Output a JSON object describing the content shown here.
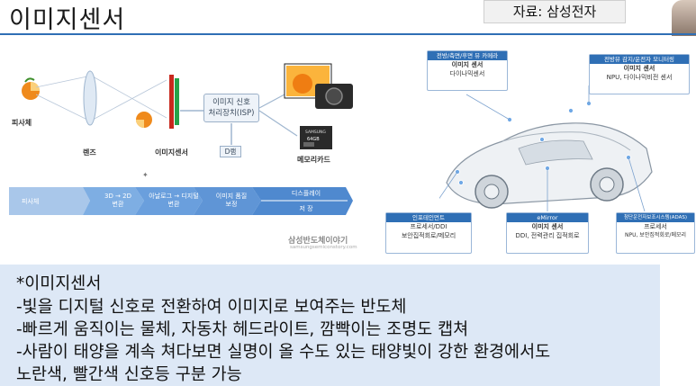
{
  "header": {
    "title": "이미지센서",
    "source": "자료: 삼성전자"
  },
  "diagram": {
    "subject_label": "피사체",
    "lens_label": "렌즈",
    "sensor_label": "이미지센서",
    "isp_label_line1": "이미지 신호",
    "isp_label_line2": "처리장치(ISP)",
    "dram_label": "D램",
    "memory_card_label": "메모리카드",
    "memory_card_brand": "SAMSUNG",
    "memory_card_capacity": "64GB",
    "flow": {
      "step1": "피사체",
      "step2_line1": "3D → 2D",
      "step2_line2": "변환",
      "step3_line1": "아날로그 → 디지털",
      "step3_line2": "변환",
      "step4_line1": "이미지 품질",
      "step4_line2": "보정",
      "step5_top": "디스플레이",
      "step5_bottom": "저 장"
    },
    "watermark": "삼성반도체이야기",
    "watermark_url": "samsungsemiconstory.com"
  },
  "car": {
    "front_camera": {
      "header": "전방/측면/후면 뷰 카메라",
      "title": "이미지 센서",
      "line": "다이나믹센서"
    },
    "driver_monitor": {
      "header": "전방뷰 감지/운전자 모니터링",
      "title": "이미지 센서",
      "line": "NPU, 다이나믹비전 센서"
    },
    "infotainment": {
      "header": "인포테인먼트",
      "line1": "프로세서/DDI",
      "line2": "보안집적회로/메모리"
    },
    "emirror": {
      "header": "eMirror",
      "title": "이미지 센서",
      "line": "DDI, 전력관리 집적회로"
    },
    "adas": {
      "header": "첨단운전자보조시스템(ADAS)",
      "line1": "프로세서",
      "line2": "NPU, 보안집적회로/메모리"
    }
  },
  "notes": {
    "heading": "*이미지센서",
    "line1": "-빛을 디지털 신호로 전환하여 이미지로 보여주는 반도체",
    "line2": "-빠르게 움직이는 물체, 자동차 헤드라이트, 깜빡이는 조명도 캡쳐",
    "line3": "-사람이 태양을 계속 쳐다보면 실명이 올 수도 있는 태양빛이 강한 환경에서도",
    "line4": "노란색, 빨간색 신호등 구분 가능"
  },
  "colors": {
    "accent": "#2f6fb5",
    "panel": "#dde8f6",
    "arrow": "#5f95d6",
    "sensor_red": "#c8281e",
    "sensor_green": "#27a24a",
    "orange": "#ef8a1c"
  }
}
